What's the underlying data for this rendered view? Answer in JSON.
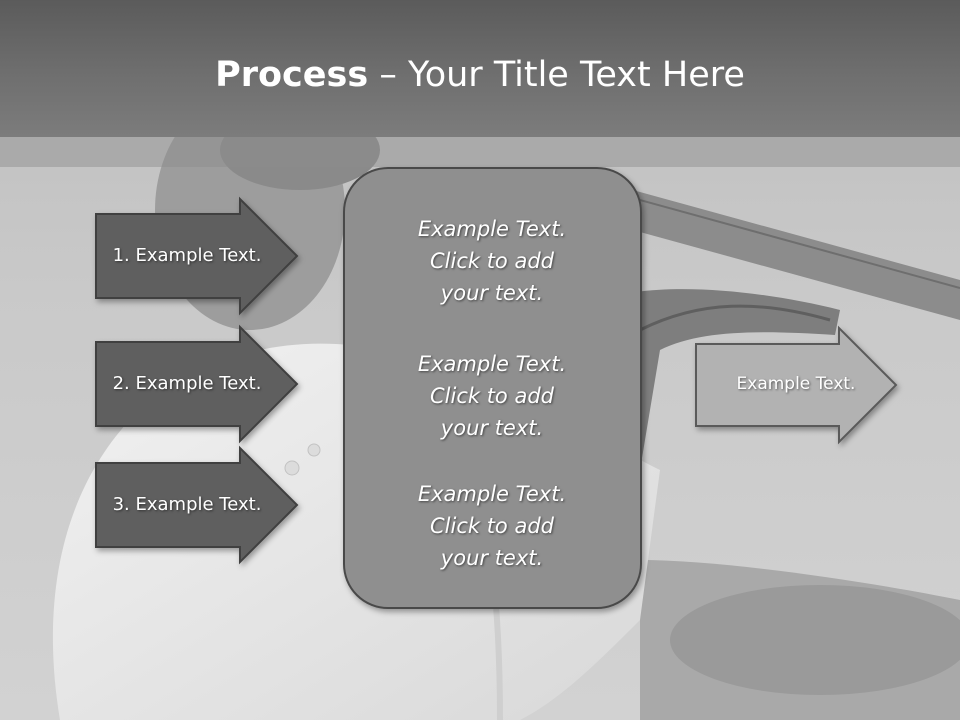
{
  "title": {
    "bold": "Process",
    "separator": "–",
    "rest": "Your Title Text Here"
  },
  "inputs": [
    {
      "label": "1. Example Text."
    },
    {
      "label": "2. Example Text."
    },
    {
      "label": "3. Example Text."
    }
  ],
  "center": {
    "blocks": [
      {
        "lines": [
          "Example Text.",
          "Click  to add",
          "your text."
        ]
      },
      {
        "lines": [
          "Example Text.",
          "Click  to add",
          "your text."
        ]
      },
      {
        "lines": [
          "Example Text.",
          "Click  to add",
          "your text."
        ]
      }
    ]
  },
  "output": {
    "label": "Example Text."
  },
  "colors": {
    "header": "#6a6a6a",
    "input_arrow_fill": "#5e5e5e",
    "center_box_fill": "#8f8f8f",
    "output_arrow_fill": "#b2b2b2",
    "outline": "#3f3f3f"
  }
}
